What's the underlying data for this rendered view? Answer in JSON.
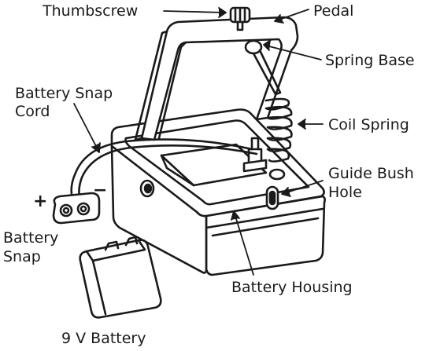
{
  "labels": {
    "thumbscrew": "Thumbscrew",
    "pedal": "Pedal",
    "spring_base": "Spring Base",
    "battery_snap_cord": [
      "Battery Snap",
      "Cord"
    ],
    "coil_spring": "Coil Spring",
    "guide_bush_hole": [
      "Guide Bush",
      "Hole"
    ],
    "battery_snap": [
      "Battery",
      "Snap"
    ],
    "battery_housing": "Battery Housing",
    "nine_v_battery": "9 V Battery"
  },
  "polarity": {
    "plus": "+",
    "minus": "−"
  },
  "colors": {
    "line": "#1a1a1a",
    "fill": "#ffffff"
  }
}
